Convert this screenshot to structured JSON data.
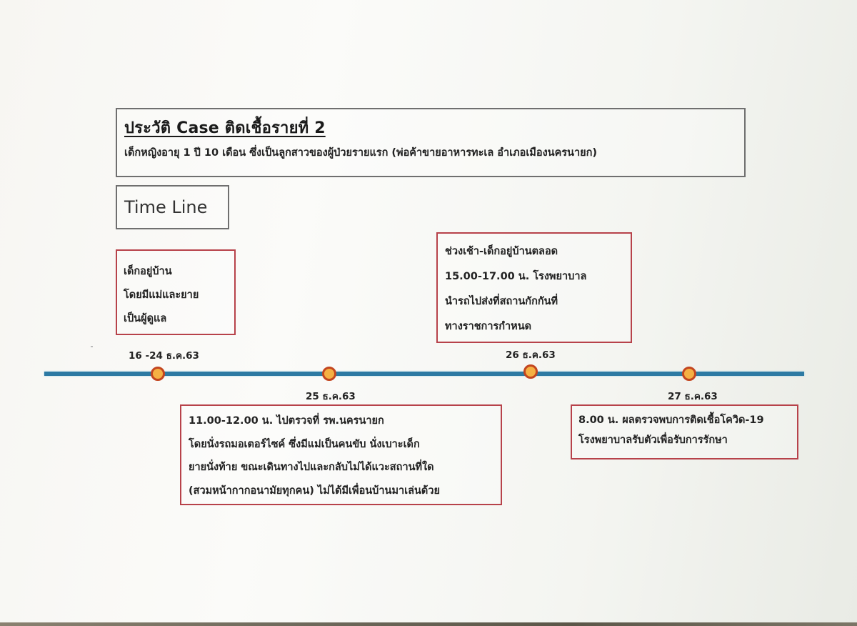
{
  "header": {
    "title": "ประวัติ Case ติดเชื้อรายที่ 2",
    "subtitle": "เด็กหญิงอายุ 1 ปี 10 เดือน ซึ่งเป็นลูกสาวของผู้ป่วยรายแรก (พ่อค้าขายอาหารทะเล อำเภอเมืองนครนายก)"
  },
  "timeline_label": "Time Line",
  "colors": {
    "axis": "#2d7aa3",
    "marker_fill": "#f5b043",
    "marker_border": "#c3451f",
    "event_border": "#b7424a",
    "header_border": "#6f6f6f"
  },
  "events": [
    {
      "date": "16 -24 ธ.ค.63",
      "lines": [
        "เด็กอยู่บ้าน",
        "โดยมีแม่และยาย",
        "เป็นผู้ดูแล"
      ]
    },
    {
      "date": "25 ธ.ค.63",
      "lines": [
        "11.00-12.00 น. ไปตรวจที่ รพ.นครนายก",
        "โดยนั่งรถมอเตอร์ไซค์ ซึ่งมีแม่เป็นคนขับ นั่งเบาะเด็ก",
        "ยายนั่งท้าย ขณะเดินทางไปและกลับไม่ได้แวะสถานที่ใด",
        "(สวมหน้ากากอนามัยทุกคน) ไม่ได้มีเพื่อนบ้านมาเล่นด้วย"
      ]
    },
    {
      "date": "26 ธ.ค.63",
      "lines": [
        "ช่วงเช้า-เด็กอยู่บ้านตลอด",
        "15.00-17.00 น. โรงพยาบาล",
        "นำรถไปส่งที่สถานกักกันที่",
        "ทางราชการกำหนด"
      ]
    },
    {
      "date": "27 ธ.ค.63",
      "lines": [
        "8.00 น. ผลตรวจพบการติดเชื้อโควิด-19",
        "โรงพยาบาลรับตัวเพื่อรับการรักษา"
      ]
    }
  ]
}
